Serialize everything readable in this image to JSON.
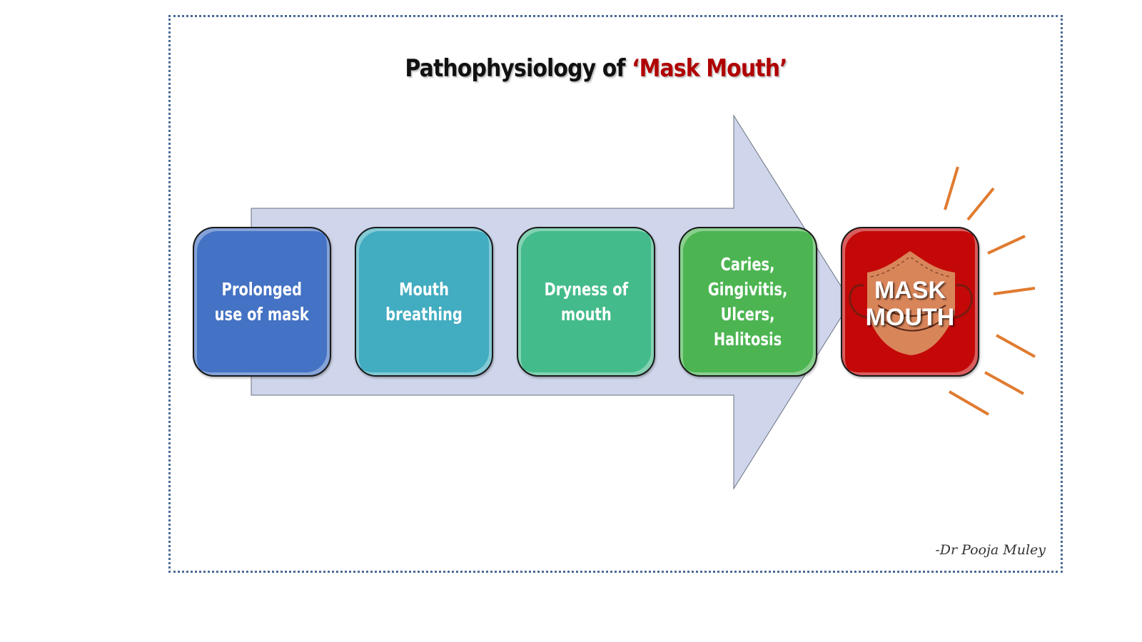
{
  "title": {
    "prefix": "Pathophysiology of ",
    "highlight": "‘Mask Mouth’"
  },
  "steps": [
    {
      "label": "Prolonged\nuse of mask",
      "color": "#4472c4"
    },
    {
      "label": "Mouth\nbreathing",
      "color": "#42acc0"
    },
    {
      "label": "Dryness of\nmouth",
      "color": "#43bb8a"
    },
    {
      "label": "Caries,\nGingivitis,\nUlcers,\nHalitosis",
      "color": "#4cb552"
    }
  ],
  "outcome": {
    "line1": "MASK",
    "line2": "MOUTH",
    "icon": "face-mask-icon",
    "color": "#c40808"
  },
  "colors": {
    "arrow": "#cfd5ea",
    "accent": "#b00000",
    "rays": "#e07b30",
    "frame": "#4a6b96"
  },
  "signature": "-Dr Pooja Muley"
}
